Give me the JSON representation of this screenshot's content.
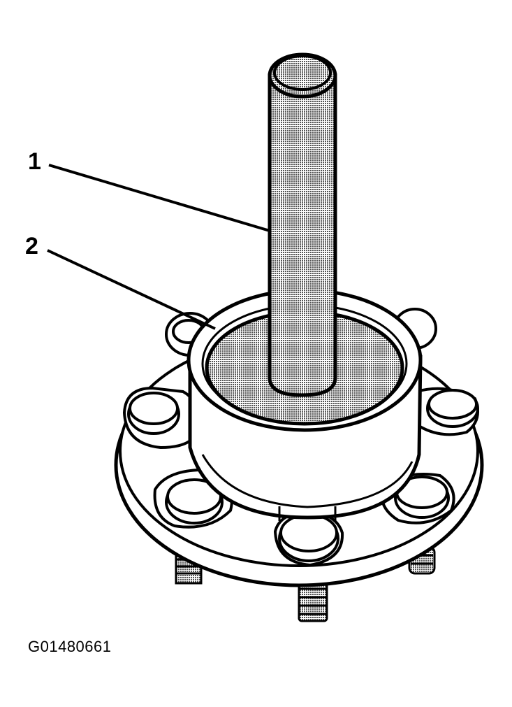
{
  "callouts": {
    "one": "1",
    "two": "2"
  },
  "figure_id": "G01480661",
  "colors": {
    "outline": "#000000",
    "shade": "#9a9a9a",
    "background": "#ffffff"
  }
}
